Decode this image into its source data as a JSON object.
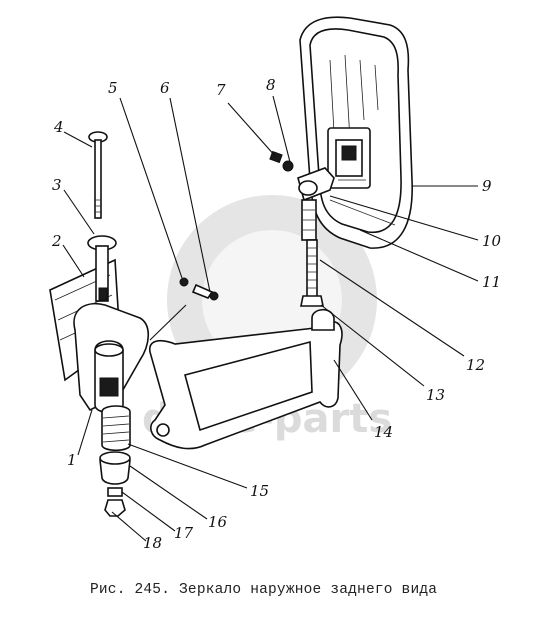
{
  "watermark": {
    "text": "drive-parts"
  },
  "figure": {
    "caption": "Рис. 245. Зеркало наружное заднего вида",
    "callouts": [
      {
        "id": "c1",
        "label": "1"
      },
      {
        "id": "c2",
        "label": "2"
      },
      {
        "id": "c3",
        "label": "3"
      },
      {
        "id": "c4",
        "label": "4"
      },
      {
        "id": "c5",
        "label": "5"
      },
      {
        "id": "c6",
        "label": "6"
      },
      {
        "id": "c7",
        "label": "7"
      },
      {
        "id": "c8",
        "label": "8"
      },
      {
        "id": "c9",
        "label": "9"
      },
      {
        "id": "c10",
        "label": "10"
      },
      {
        "id": "c11",
        "label": "11"
      },
      {
        "id": "c12",
        "label": "12"
      },
      {
        "id": "c13",
        "label": "13"
      },
      {
        "id": "c14",
        "label": "14"
      },
      {
        "id": "c15",
        "label": "15"
      },
      {
        "id": "c16",
        "label": "16"
      },
      {
        "id": "c17",
        "label": "17"
      },
      {
        "id": "c18",
        "label": "18"
      }
    ]
  }
}
